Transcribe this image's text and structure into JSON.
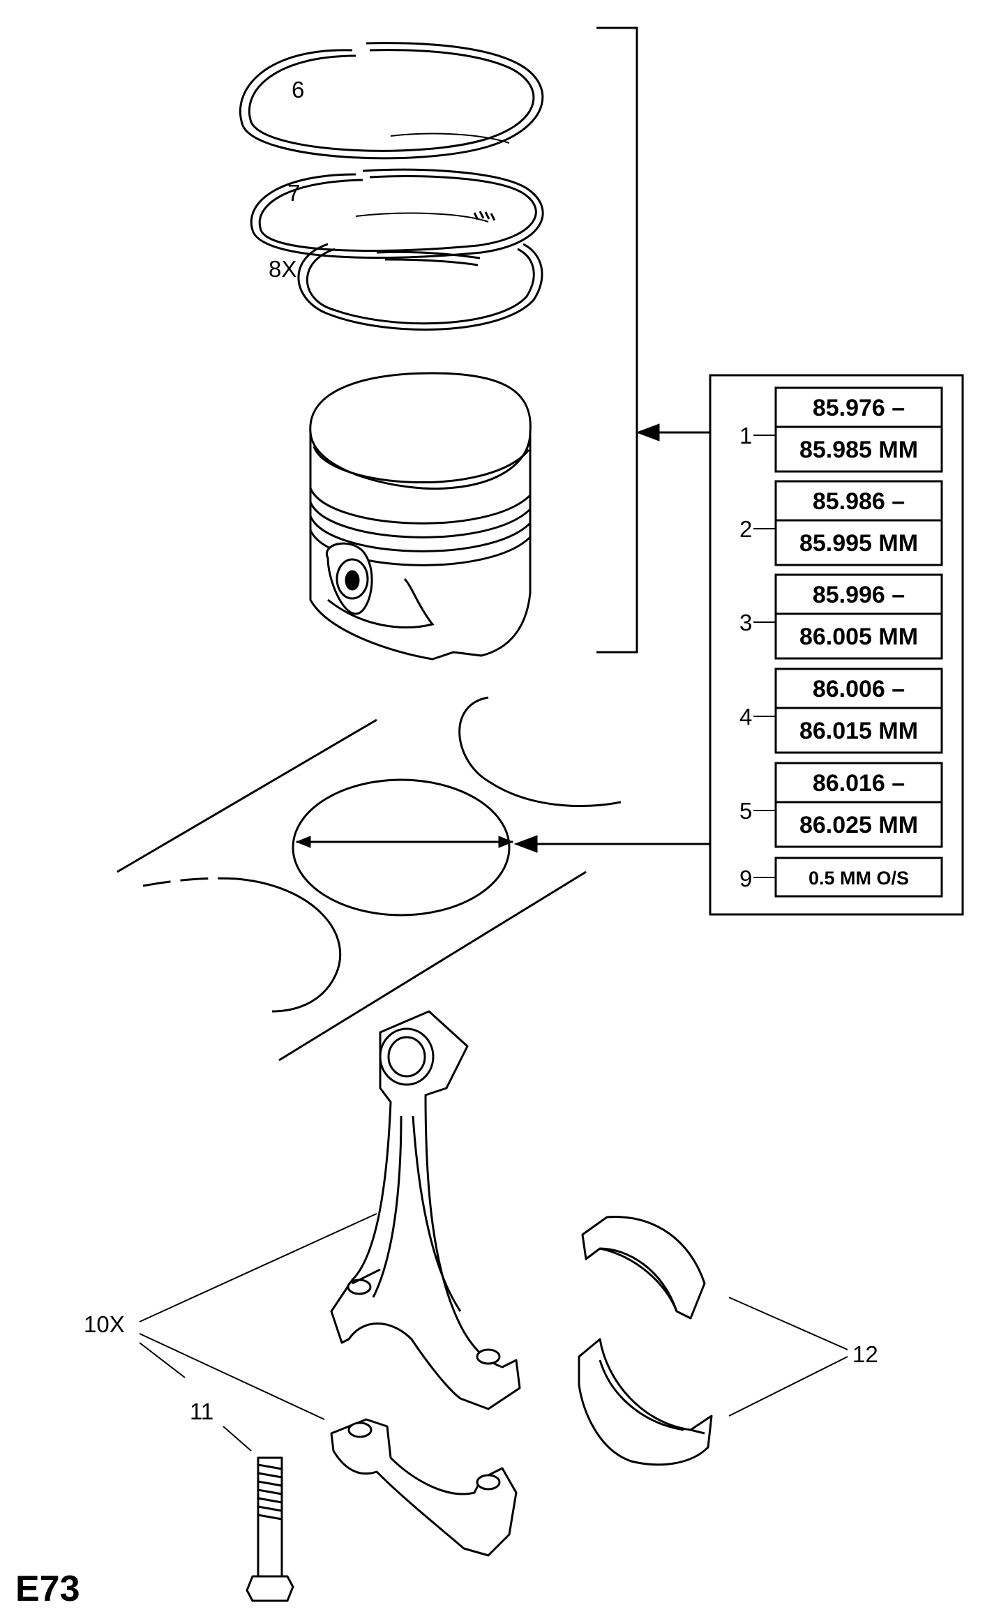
{
  "diagram_id": "E73",
  "callouts": {
    "c6": "6",
    "c7": "7",
    "c8": "8X",
    "c10": "10X",
    "c11": "11",
    "c12": "12"
  },
  "size_grades": [
    {
      "number": "1",
      "line1": "85.976 –",
      "line2": "85.985 MM"
    },
    {
      "number": "2",
      "line1": "85.986 –",
      "line2": "85.995 MM"
    },
    {
      "number": "3",
      "line1": "85.996 –",
      "line2": "86.005 MM"
    },
    {
      "number": "4",
      "line1": "86.006 –",
      "line2": "86.015 MM"
    },
    {
      "number": "5",
      "line1": "86.016 –",
      "line2": "86.025 MM"
    }
  ],
  "oversize": {
    "number": "9",
    "label": "0.5 MM O/S"
  }
}
